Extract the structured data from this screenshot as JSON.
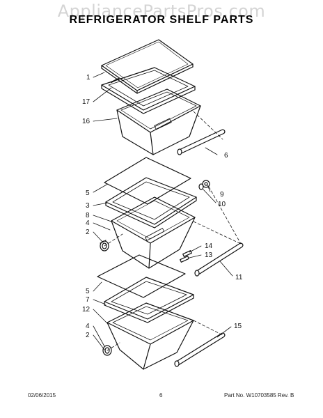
{
  "watermark": "AppliancePartsPros.com",
  "title": "REFRIGERATOR SHELF PARTS",
  "labels": {
    "p1": "1",
    "p17": "17",
    "p16": "16",
    "p6": "6",
    "p5a": "5",
    "p3": "3",
    "p8": "8",
    "p4a": "4",
    "p2a": "2",
    "p9": "9",
    "p10": "10",
    "p14": "14",
    "p13": "13",
    "p11": "11",
    "p5b": "5",
    "p7": "7",
    "p12": "12",
    "p4b": "4",
    "p2b": "2",
    "p15": "15"
  },
  "footer": {
    "date": "02/06/2015",
    "page": "6",
    "part_no": "Part No. W10703585  Rev. B"
  }
}
